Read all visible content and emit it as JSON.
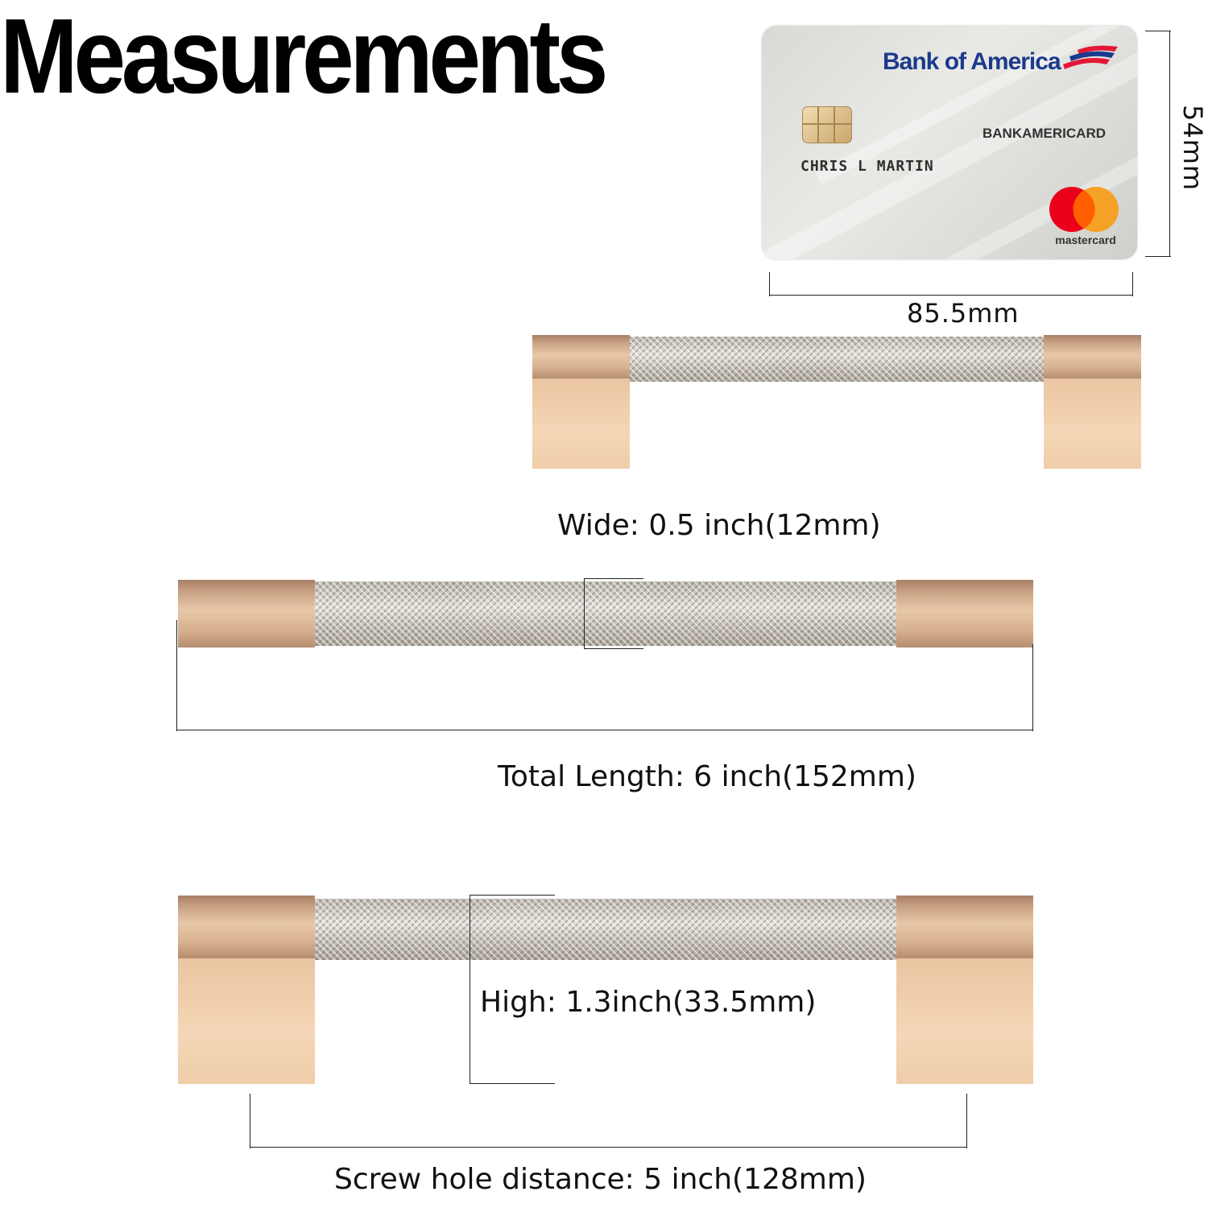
{
  "title": "Measurements",
  "card": {
    "bank_name": "Bank of America",
    "card_type": "BANKAMERICARD",
    "holder_name": "CHRIS L MARTIN",
    "network": "mastercard",
    "colors": {
      "bank_blue": "#1b3a8c",
      "mc_red": "#eb001b",
      "mc_orange": "#f79e1b"
    }
  },
  "dimensions": {
    "card_height": "54mm",
    "card_width": "85.5mm",
    "wide": "Wide: 0.5 inch(12mm)",
    "total_length": "Total Length: 6 inch(152mm)",
    "high": "High: 1.3inch(33.5mm)",
    "screw_hole_distance": "Screw hole distance: 5 inch(128mm)"
  },
  "colors": {
    "brass": "#d6b090",
    "knurl": "#c9c3ba"
  }
}
